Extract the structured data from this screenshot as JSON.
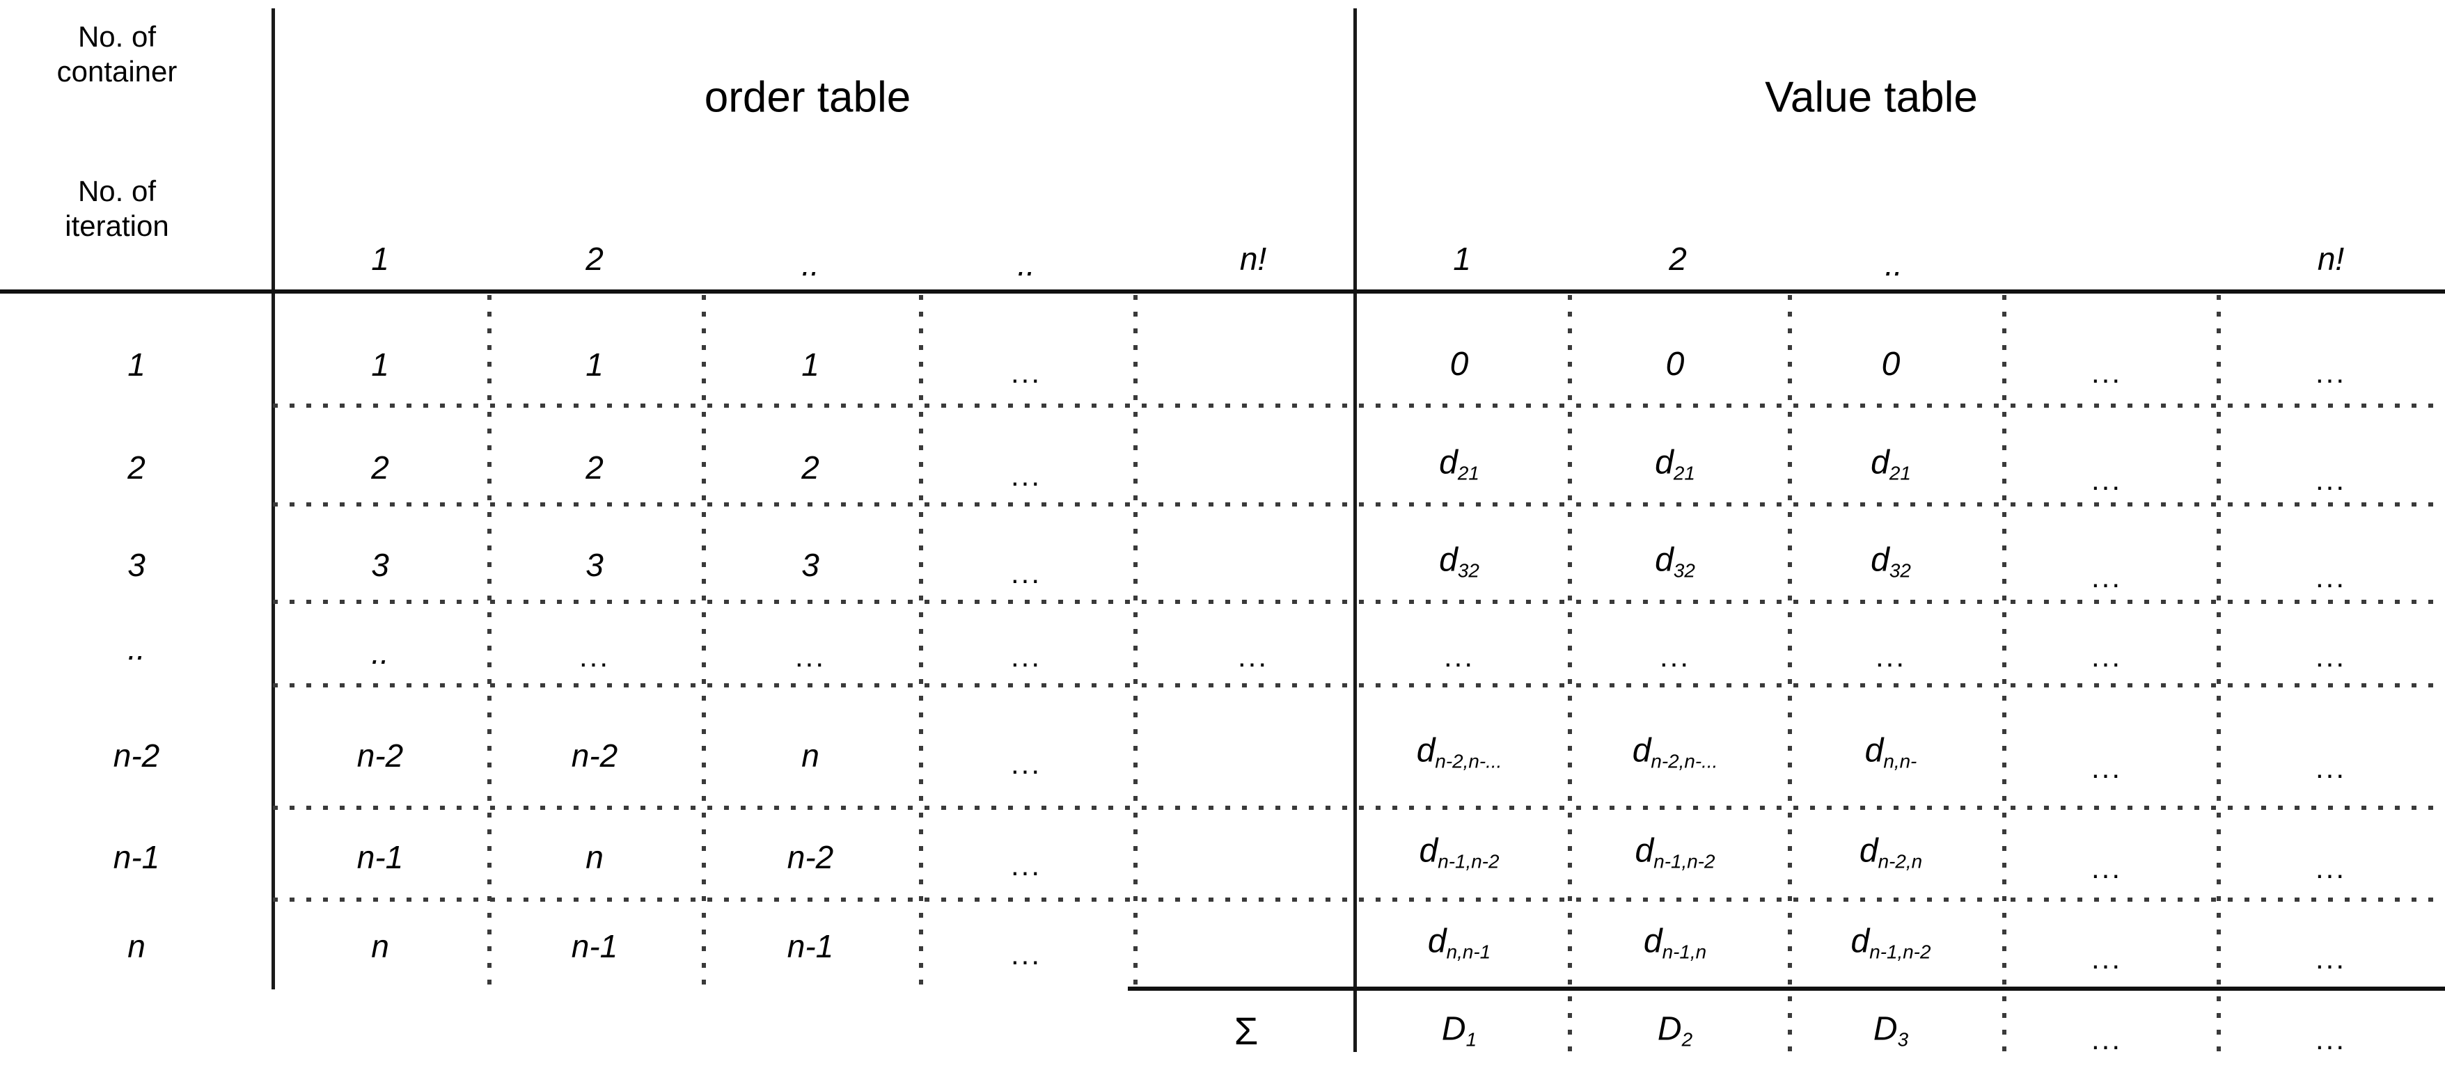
{
  "corner": {
    "container_label": "No. of\ncontainer",
    "iteration_label": "No. of\niteration"
  },
  "tables": [
    {
      "id": "order-table",
      "title": "order table",
      "columns": [
        "1",
        "2",
        "..",
        "..",
        "n!"
      ]
    },
    {
      "id": "value-table",
      "title": "Value table",
      "columns": [
        "1",
        "2",
        "..",
        "",
        "n!"
      ]
    }
  ],
  "row_labels": [
    "1",
    "2",
    "3",
    "..",
    "n-2",
    "n-1",
    "n"
  ],
  "sum_label": "Σ",
  "order_table_rows": [
    [
      "1",
      "1",
      "1",
      "...",
      ""
    ],
    [
      "2",
      "2",
      "2",
      "...",
      ""
    ],
    [
      "3",
      "3",
      "3",
      "...",
      ""
    ],
    [
      "..",
      "...",
      "...",
      "...",
      "..."
    ],
    [
      "n-2",
      "n-2",
      "n",
      "...",
      ""
    ],
    [
      "n-1",
      "n",
      "n-2",
      "...",
      ""
    ],
    [
      "n",
      "n-1",
      "n-1",
      "...",
      ""
    ]
  ],
  "value_table_rows": [
    [
      {
        "base": "0",
        "sub": ""
      },
      {
        "base": "0",
        "sub": ""
      },
      {
        "base": "0",
        "sub": ""
      },
      {
        "base": "...",
        "sub": ""
      },
      {
        "base": "...",
        "sub": ""
      }
    ],
    [
      {
        "base": "d",
        "sub": "21"
      },
      {
        "base": "d",
        "sub": "21"
      },
      {
        "base": "d",
        "sub": "21"
      },
      {
        "base": "...",
        "sub": ""
      },
      {
        "base": "...",
        "sub": ""
      }
    ],
    [
      {
        "base": "d",
        "sub": "32"
      },
      {
        "base": "d",
        "sub": "32"
      },
      {
        "base": "d",
        "sub": "32"
      },
      {
        "base": "...",
        "sub": ""
      },
      {
        "base": "...",
        "sub": ""
      }
    ],
    [
      {
        "base": "...",
        "sub": ""
      },
      {
        "base": "...",
        "sub": ""
      },
      {
        "base": "...",
        "sub": ""
      },
      {
        "base": "...",
        "sub": ""
      },
      {
        "base": "...",
        "sub": ""
      }
    ],
    [
      {
        "base": "d",
        "sub": "n-2,n-..."
      },
      {
        "base": "d",
        "sub": "n-2,n-..."
      },
      {
        "base": "d",
        "sub": "n,n-"
      },
      {
        "base": "...",
        "sub": ""
      },
      {
        "base": "...",
        "sub": ""
      }
    ],
    [
      {
        "base": "d",
        "sub": "n-1,n-2"
      },
      {
        "base": "d",
        "sub": "n-1,n-2"
      },
      {
        "base": "d",
        "sub": "n-2,n"
      },
      {
        "base": "...",
        "sub": ""
      },
      {
        "base": "...",
        "sub": ""
      }
    ],
    [
      {
        "base": "d",
        "sub": "n,n-1"
      },
      {
        "base": "d",
        "sub": "n-1,n"
      },
      {
        "base": "d",
        "sub": "n-1,n-2"
      },
      {
        "base": "...",
        "sub": ""
      },
      {
        "base": "...",
        "sub": ""
      }
    ]
  ],
  "value_table_sum_row": [
    {
      "base": "D",
      "sub": "1"
    },
    {
      "base": "D",
      "sub": "2"
    },
    {
      "base": "D",
      "sub": "3"
    },
    {
      "base": "...",
      "sub": ""
    },
    {
      "base": "...",
      "sub": ""
    }
  ],
  "colors": {
    "ink": "#000000",
    "rule": "#111111",
    "dotted": "#3a3a3a",
    "background": "#ffffff"
  }
}
